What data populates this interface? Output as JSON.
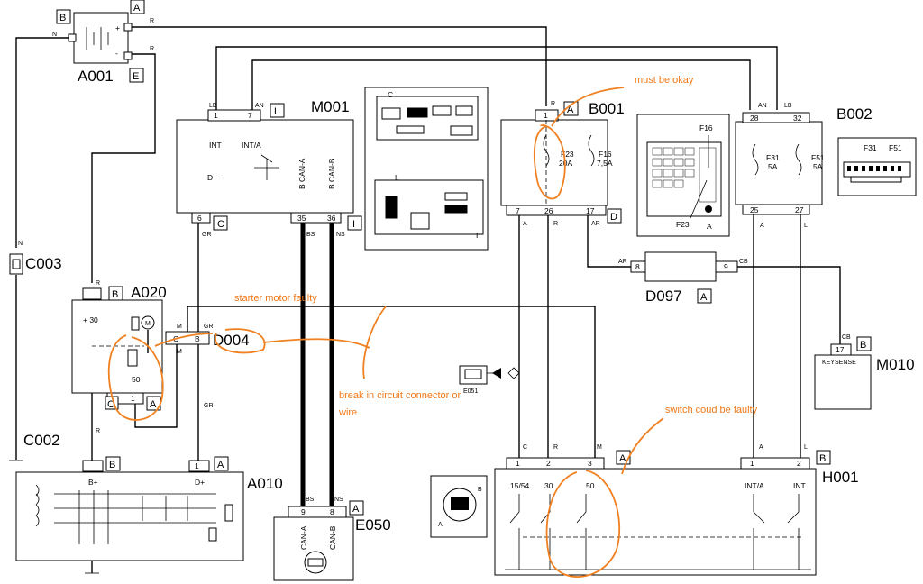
{
  "components": {
    "a001": {
      "name": "A001",
      "tag_b": "B",
      "tag_a": "A",
      "tag_e": "E",
      "wire_n": "N",
      "wire_r1": "R",
      "wire_r2": "R"
    },
    "m001": {
      "name": "M001",
      "tag": "L",
      "pin1": "1",
      "pin7": "7",
      "pin6": "6",
      "pin35": "35",
      "pin36": "36",
      "tag_c": "C",
      "tag_i": "I",
      "int": "INT",
      "int_a": "INT/A",
      "dplus": "D+",
      "can_a": "B CAN-A",
      "can_b": "B CAN-B",
      "w_lb": "LB",
      "w_an": "AN",
      "w_gr": "GR",
      "w_bs": "BS",
      "w_ns": "NS"
    },
    "b001": {
      "name": "B001",
      "tag": "A",
      "tag_d": "D",
      "pin1": "1",
      "pin7": "7",
      "pin26": "26",
      "pin17": "17",
      "w_r": "R",
      "f23": "F23",
      "f23_val": "20A",
      "f16": "F16",
      "f16_val": "7,5A",
      "w7": "A",
      "w26": "R",
      "w17": "AR"
    },
    "b002": {
      "name": "B002",
      "pin28": "28",
      "pin32": "32",
      "pin25": "25",
      "pin27": "27",
      "w_an": "AN",
      "w_lb": "LB",
      "f31": "F31",
      "f31_val": "5A",
      "f51": "F51",
      "f51_val": "5A",
      "w25": "A",
      "w27": "L"
    },
    "c003": {
      "name": "C003",
      "wire": "N"
    },
    "c002": {
      "name": "C002"
    },
    "a020": {
      "name": "A020",
      "tag_b": "B",
      "tag_c": "C",
      "tag_a": "A",
      "v30": "+ 30",
      "v50": "50",
      "pin1": "1",
      "w_r": "R",
      "motor": "M"
    },
    "d004": {
      "name": "D004",
      "pin_c": "C",
      "pin_b": "B",
      "w_m1": "M",
      "w_gr": "GR",
      "w_m2": "M",
      "w_gr2": "GR"
    },
    "d097": {
      "name": "D097",
      "tag": "A",
      "pin8": "8",
      "pin9": "9",
      "w_ar": "AR",
      "w_cb": "CB"
    },
    "m010": {
      "name": "M010",
      "tag": "B",
      "pin17": "17",
      "label": "KEYSENSE",
      "w_cb": "CB"
    },
    "a010": {
      "name": "A010",
      "tag_b": "B",
      "tag_a": "A",
      "pin1": "1",
      "bplus": "B+",
      "dplus": "D+"
    },
    "e050": {
      "name": "E050",
      "tag": "A",
      "pin9": "9",
      "pin8": "8",
      "can_a": "CAN-A",
      "can_b": "CAN-B",
      "w_bs": "BS",
      "w_ns": "NS"
    },
    "h001": {
      "name": "H001",
      "tag_a": "A",
      "tag_b": "B",
      "pin1": "1",
      "pin2": "2",
      "pin3": "3",
      "pin1b": "1",
      "pin2b": "2",
      "l1554": "15/54",
      "l30": "30",
      "l50": "50",
      "int_a": "INT/A",
      "int": "INT",
      "w_c": "C",
      "w_r": "R",
      "w_m": "M",
      "w_a": "A",
      "w_l": "L"
    },
    "inset_m001": {
      "c": "C",
      "l": "L",
      "i": "I"
    },
    "inset_b001": {
      "f16": "F16",
      "f23": "F23",
      "a": "A"
    },
    "inset_b002": {
      "f31": "F31",
      "f51": "F51"
    },
    "key_inset": {
      "b": "B",
      "a": "A"
    },
    "e051": {
      "label": "E051"
    }
  },
  "annotations": {
    "must_be_okay": "must be okay",
    "starter_faulty": "starter motor faulty",
    "break_circuit_1": "break in circuit connector or",
    "break_circuit_2": "wire",
    "switch_faulty": "switch coud be faulty"
  },
  "colors": {
    "annotation": "#f07818",
    "line": "#000000"
  }
}
